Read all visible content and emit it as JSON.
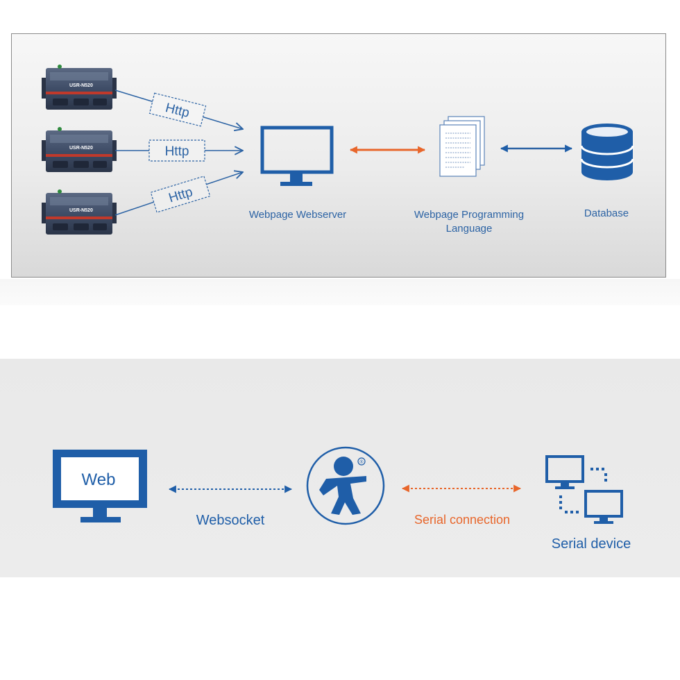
{
  "top_diagram": {
    "device_model": "USR-N520",
    "connection_labels": [
      "Http",
      "Http",
      "Http"
    ],
    "nodes": {
      "webserver": "Webpage Webserver",
      "programming_line1": "Webpage Programming",
      "programming_line2": "Language",
      "database": "Database"
    }
  },
  "bottom_diagram": {
    "web_screen_label": "Web",
    "websocket_label": "Websocket",
    "serial_connection_label": "Serial connection",
    "serial_device_label": "Serial device",
    "registered_mark": "®"
  },
  "colors": {
    "brand_blue": "#1f5ea8",
    "orange": "#e8662b",
    "device_body": "#3d4a63",
    "device_stripe": "#c0392b"
  },
  "icons": [
    "device-icon",
    "monitor-icon",
    "documents-icon",
    "database-icon",
    "usr-logo-icon",
    "network-computers-icon"
  ]
}
